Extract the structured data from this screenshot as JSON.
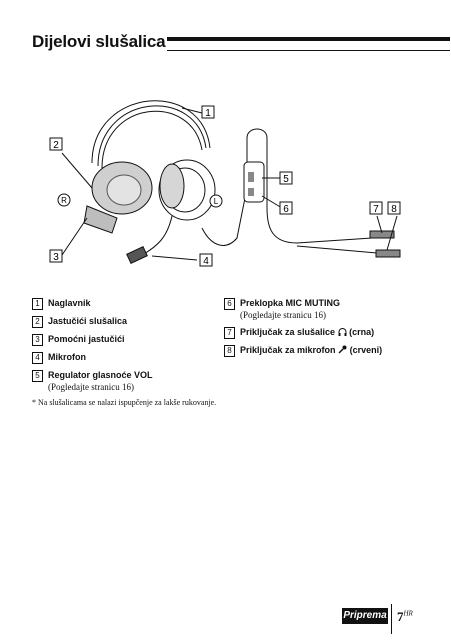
{
  "page": {
    "title": "Dijelovi slušalica",
    "section_tab": "Priprema",
    "page_number": "7",
    "page_suffix": "HR",
    "footnote": "*  Na slušalicama se nalazi ispupčenje za lakše rukovanje."
  },
  "figure": {
    "callouts": [
      "1",
      "2",
      "3",
      "4",
      "5",
      "6",
      "7",
      "8"
    ],
    "side_labels": {
      "right": "R",
      "left": "L"
    }
  },
  "parts": [
    {
      "num": "1",
      "name": "Naglavnik",
      "note": ""
    },
    {
      "num": "2",
      "name": "Jastučići slušalica",
      "note": ""
    },
    {
      "num": "3",
      "name": "Pomoćni jastučići",
      "note": ""
    },
    {
      "num": "4",
      "name": "Mikrofon",
      "note": ""
    },
    {
      "num": "5",
      "name": "Regulator glasnoće VOL",
      "note": "(Pogledajte stranicu 16)"
    },
    {
      "num": "6",
      "name": "Preklopka MIC MUTING",
      "note": "(Pogledajte stranicu 16)"
    },
    {
      "num": "7",
      "name": "Priključak za slušalice",
      "icon": "headphones-icon",
      "suffix": "(crna)",
      "note": ""
    },
    {
      "num": "8",
      "name": "Priključak za mikrofon",
      "icon": "microphone-icon",
      "suffix": "(crveni)",
      "note": ""
    }
  ]
}
